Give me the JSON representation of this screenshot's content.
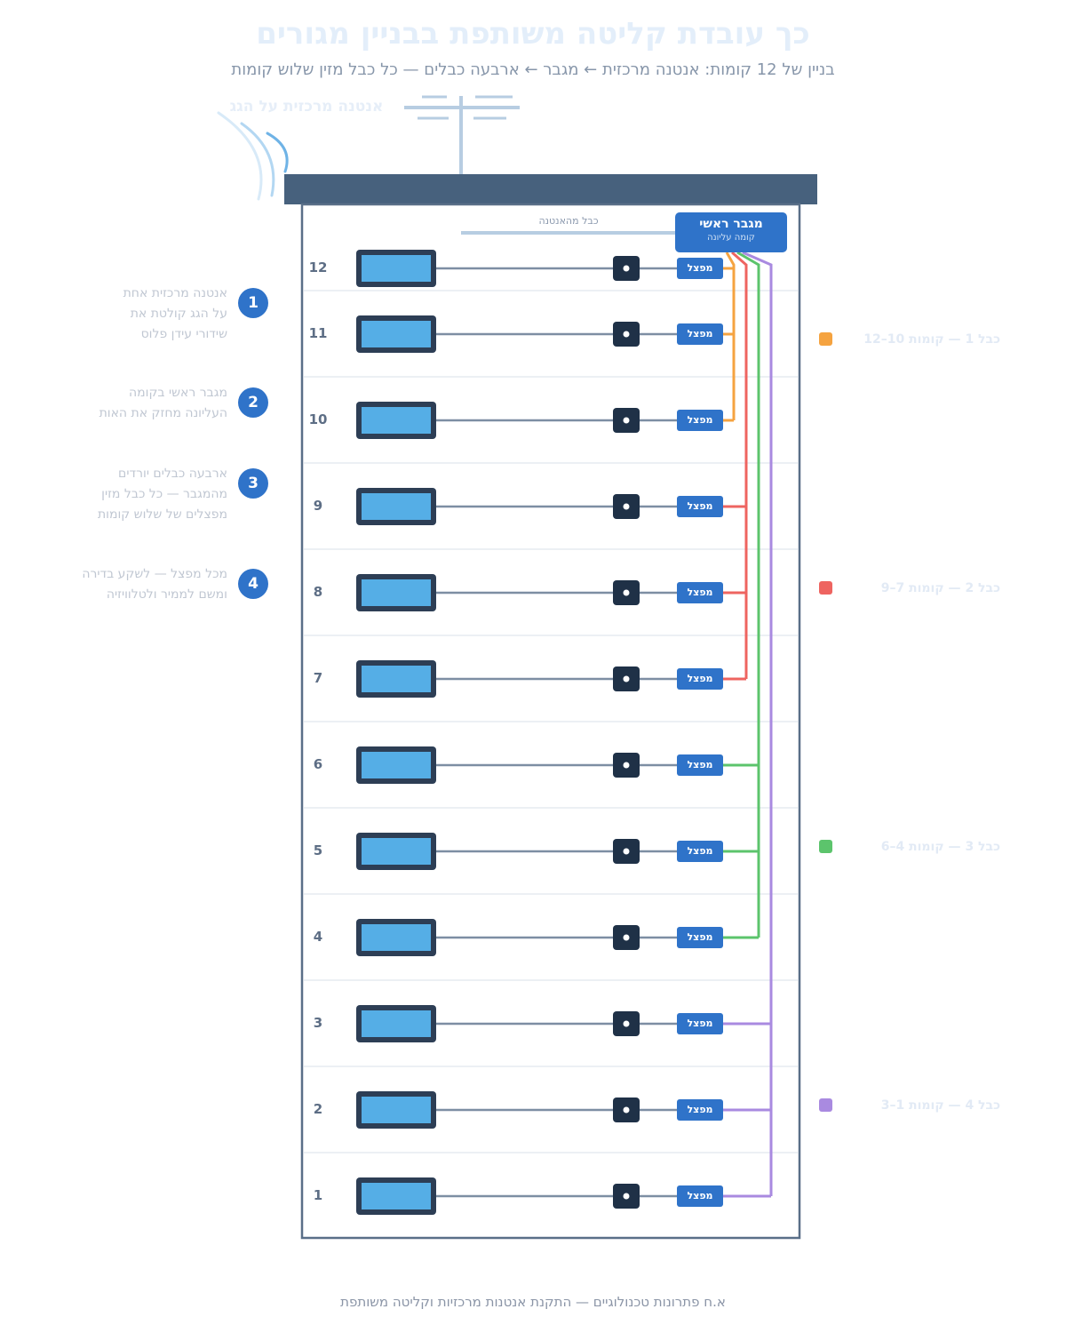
{
  "title": "כך עובדת קליטה משותפת בבניין מגורים",
  "subtitle": "בניין של 12 קומות: אנטנה מרכזית ← מגבר ← ארבעה כבלים — כל כבל מזין שלוש קומות",
  "antenna_label": "אנטנה מרכזית על הגג",
  "antenna_cable_label": "כבל מהאנטנה",
  "amplifier": {
    "title": "מגבר ראשי",
    "subtitle": "קומה עליונה"
  },
  "splitter_label": "מפצל",
  "floors": [
    "12",
    "11",
    "10",
    "9",
    "8",
    "7",
    "6",
    "5",
    "4",
    "3",
    "2",
    "1"
  ],
  "steps": [
    {
      "num": "1",
      "text": "אנטנה מרכזית אחת\nעל הגג קולטת את\nשידורי עידן פלוס"
    },
    {
      "num": "2",
      "text": "מגבר ראשי בקומה\nהעליונה מחזק את האות"
    },
    {
      "num": "3",
      "text": "ארבעה כבלים יורדים\nמהמגבר — כל כבל מזין\nמפצלים של שלוש קומות"
    },
    {
      "num": "4",
      "text": "מכל מפצל — לשקע בדירה\nומשם לממיר ולטלוויזיה"
    }
  ],
  "cables": [
    {
      "label": "כבל 1 — קומות 10–12",
      "color": "#f5a340",
      "floors": [
        "12",
        "11",
        "10"
      ]
    },
    {
      "label": "כבל 2 — קומות 7–9",
      "color": "#ee6460",
      "floors": [
        "9",
        "8",
        "7"
      ]
    },
    {
      "label": "כבל 3 — קומות 4–6",
      "color": "#5cc46c",
      "floors": [
        "6",
        "5",
        "4"
      ]
    },
    {
      "label": "כבל 4 — קומות 1–3",
      "color": "#a98ae0",
      "floors": [
        "3",
        "2",
        "1"
      ]
    }
  ],
  "footer": "א.ח פתרונות טכנולוגיים — התקנת אנטנות מרכזיות וקליטה משותפת"
}
